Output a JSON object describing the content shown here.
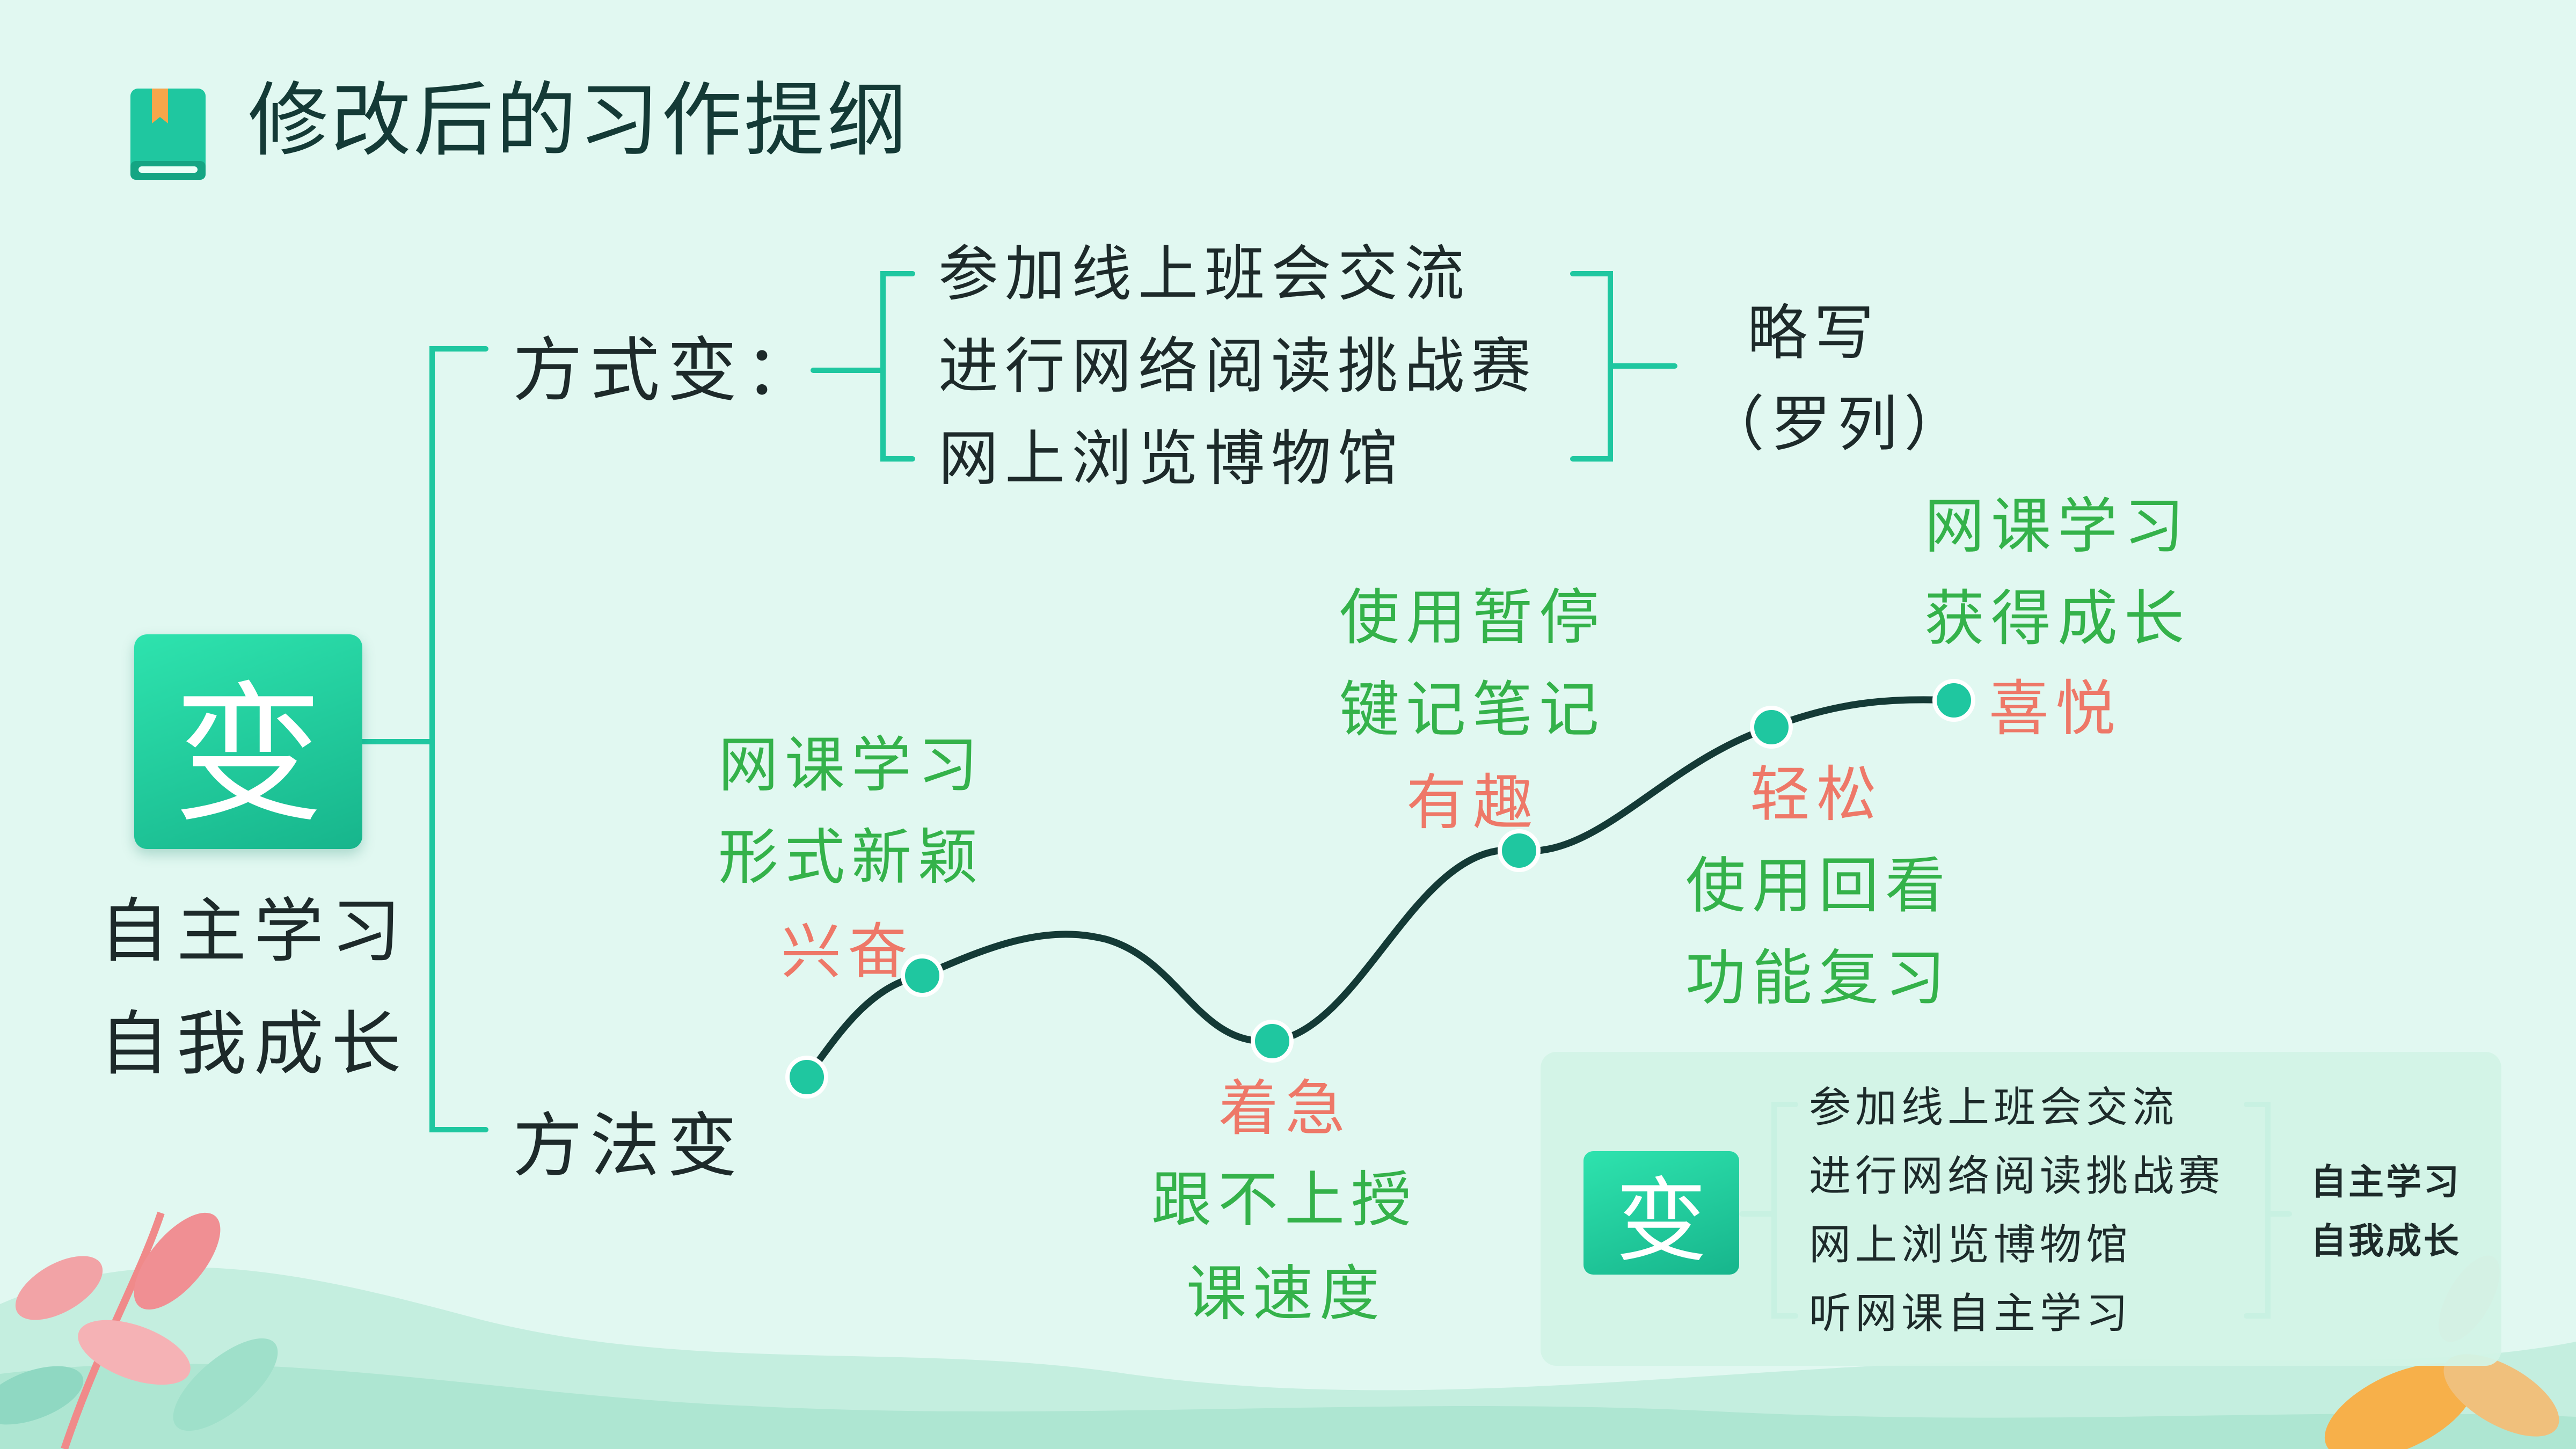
{
  "header": {
    "title": "修改后的习作提纲"
  },
  "center": {
    "tile_char": "变",
    "lines": [
      "自主学习",
      "自我成长"
    ]
  },
  "branch_way": {
    "label": "方式变：",
    "items": [
      "参加线上班会交流",
      "进行网络阅读挑战赛",
      "网上浏览博物馆"
    ],
    "result": [
      "略写",
      "（罗列）"
    ]
  },
  "branch_method": {
    "label": "方法变",
    "stages": [
      {
        "lines": [
          "网课学习",
          "形式新颖"
        ],
        "emotion": "兴奋"
      },
      {
        "lines": [
          "跟不上授",
          "课速度"
        ],
        "emotion": "着急"
      },
      {
        "lines": [
          "使用暂停",
          "键记笔记"
        ],
        "emotion": "有趣"
      },
      {
        "lines": [
          "使用回看",
          "功能复习"
        ],
        "emotion": "轻松"
      },
      {
        "lines": [
          "网课学习",
          "获得成长"
        ],
        "emotion": "喜悦"
      }
    ]
  },
  "summary": {
    "tile_char": "变",
    "items": [
      "参加线上班会交流",
      "进行网络阅读挑战赛",
      "网上浏览博物馆",
      "听网课自主学习"
    ],
    "result": [
      "自主学习",
      "自我成长"
    ]
  },
  "colors": {
    "accent": "#1fc7a0",
    "line": "#143a36",
    "positive": "#34b24a",
    "emotion": "#ee7868",
    "background": "#e1f8f1"
  }
}
